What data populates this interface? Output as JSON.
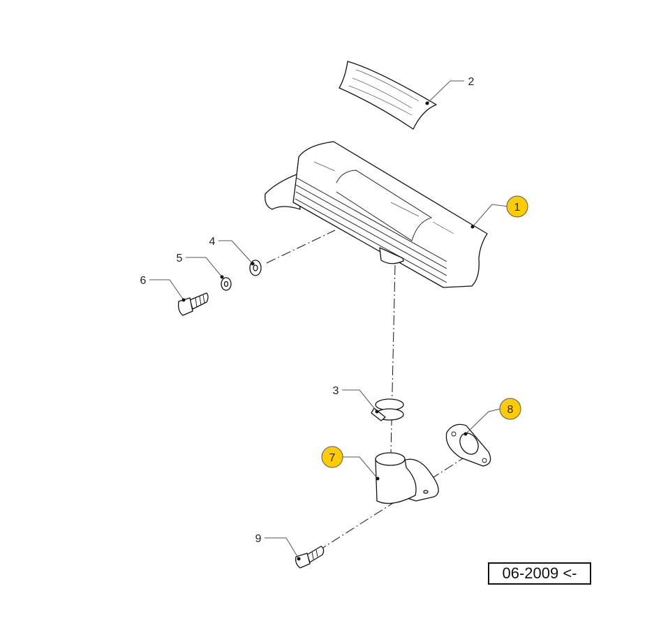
{
  "callouts": [
    {
      "label": "1",
      "highlighted": true
    },
    {
      "label": "2",
      "highlighted": false
    },
    {
      "label": "3",
      "highlighted": false
    },
    {
      "label": "4",
      "highlighted": false
    },
    {
      "label": "5",
      "highlighted": false
    },
    {
      "label": "6",
      "highlighted": false
    },
    {
      "label": "7",
      "highlighted": true
    },
    {
      "label": "8",
      "highlighted": true
    },
    {
      "label": "9",
      "highlighted": false
    }
  ],
  "highlight_color": "#FFCC00",
  "date_badge": "06-2009 <-"
}
